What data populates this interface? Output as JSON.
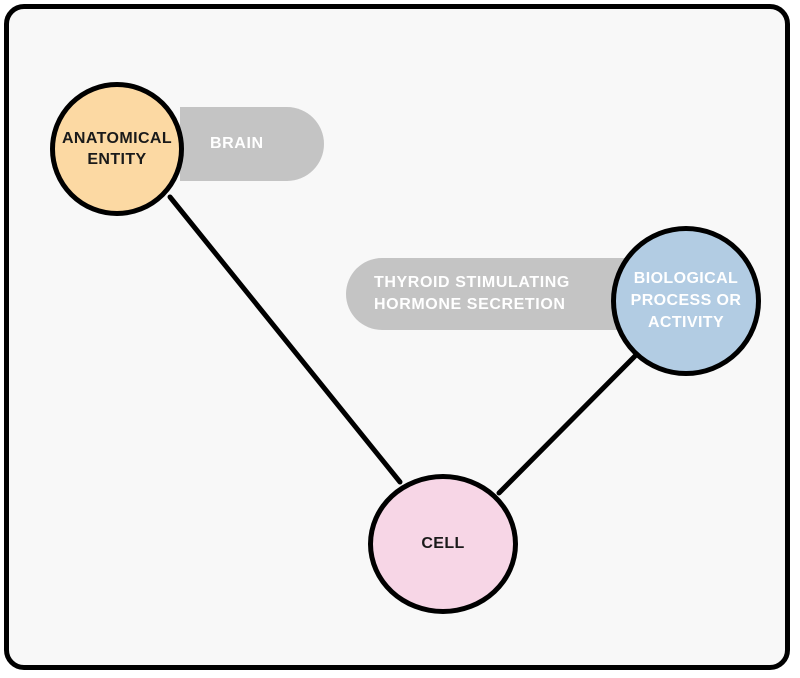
{
  "diagram": {
    "nodes": {
      "anatomical_entity": {
        "label": "ANATOMICAL\nENTITY",
        "color": "#fcd9a3"
      },
      "biological_process": {
        "label": "BIOLOGICAL\nPROCESS OR\nACTIVITY",
        "color": "#b2cce3"
      },
      "cell": {
        "label": "CELL",
        "color": "#f7d6e6"
      }
    },
    "tags": {
      "brain": "BRAIN",
      "process": "THYROID STIMULATING\nHORMONE SECRETION"
    },
    "edges": [
      {
        "from": "anatomical_entity",
        "to": "cell"
      },
      {
        "from": "biological_process",
        "to": "cell"
      }
    ],
    "colors": {
      "tag_background": "#c4c4c4",
      "frame_border": "#000000"
    }
  }
}
